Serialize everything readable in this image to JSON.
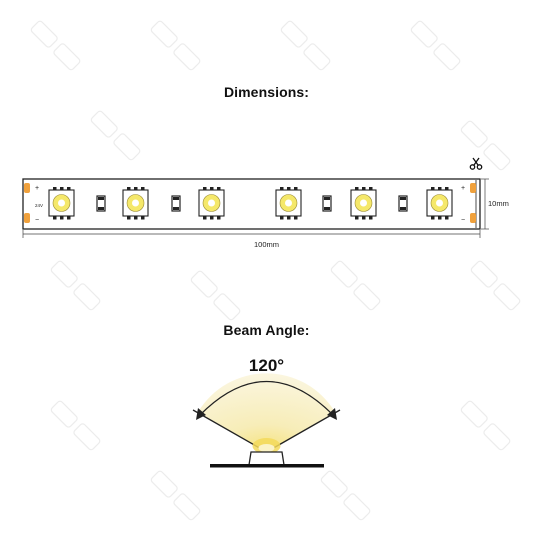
{
  "dimensions_title": "Dimensions:",
  "beam_title": "Beam Angle:",
  "beam_angle": "120°",
  "length_label": "100mm",
  "width_label": "10mm",
  "strip": {
    "pad_plus": "+",
    "pad_minus": "−",
    "voltage_mark": "24V",
    "led_count": 6,
    "led_color": "#f5e86a",
    "pad_color": "#f0a13c"
  },
  "beam": {
    "glow_color": "#f3e7a0"
  }
}
